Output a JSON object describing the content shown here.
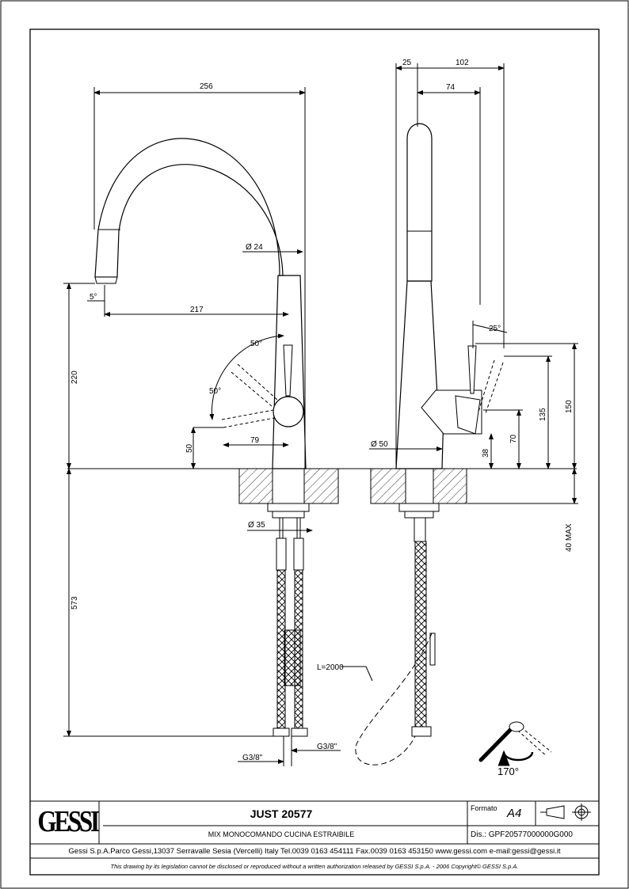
{
  "title": "JUST 20577",
  "subtitle": "MIX MONOCOMANDO CUCINA ESTRAIBILE",
  "format": {
    "label": "Formato",
    "value": "A4"
  },
  "drawing_number": "Dis.: GPF20577000000G000",
  "company_info": "Gessi S.p.A.Parco Gessi,13037 Serravalle Sesia (Vercelli) Italy Tel.0039 0163 454111 Fax.0039 0163 453150 www.gessi.com e-mail:gessi@gessi.it",
  "legal_notice": "This drawing by its legislation cannot be disclosed or reproduced without a written authorization released by GESSI S.p.A. - 2006 Copyright© GESSI S.p.A.",
  "logo": "GESSI",
  "rotation_angle": "170°",
  "dimensions": {
    "front": {
      "spout_width": "256",
      "diameter_body": "Ø 24",
      "spray_angle": "5°",
      "spout_reach": "217",
      "height_spout": "220",
      "lever_angle_top": "50°",
      "lever_angle_side": "50°",
      "lever_reach": "79",
      "base_height": "50",
      "diameter_shank": "Ø 35",
      "hose_length_label": "573",
      "connection_1": "G3/8\"",
      "connection_2": "G3/8\""
    },
    "side": {
      "offset_top": "25",
      "total_depth": "102",
      "spout_depth": "74",
      "lever_angle": "25°",
      "diameter_base": "Ø 50",
      "h_38": "38",
      "h_70": "70",
      "h_135": "135",
      "h_150": "150",
      "max_thickness": "40 MAX",
      "pull_out_length": "L=2000"
    }
  }
}
